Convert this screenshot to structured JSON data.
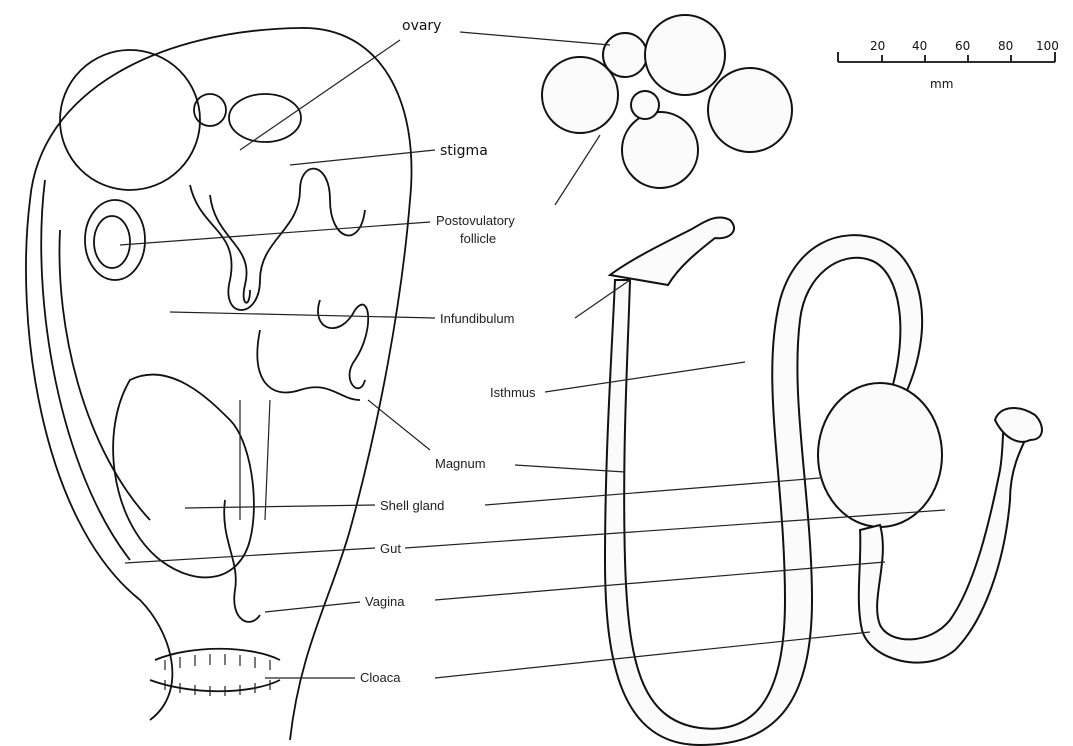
{
  "labels": {
    "ovary": "ovary",
    "stigma": "stigma",
    "postovulatory": "Postovulatory",
    "follicle": "follicle",
    "infundibulum": "Infundibulum",
    "isthmus": "Isthmus",
    "magnum": "Magnum",
    "shell_gland": "Shell gland",
    "gut": "Gut",
    "vagina": "Vagina",
    "cloaca": "Cloaca"
  },
  "scale": {
    "ticks": [
      "20",
      "40",
      "60",
      "80",
      "100"
    ],
    "unit": "mm"
  }
}
